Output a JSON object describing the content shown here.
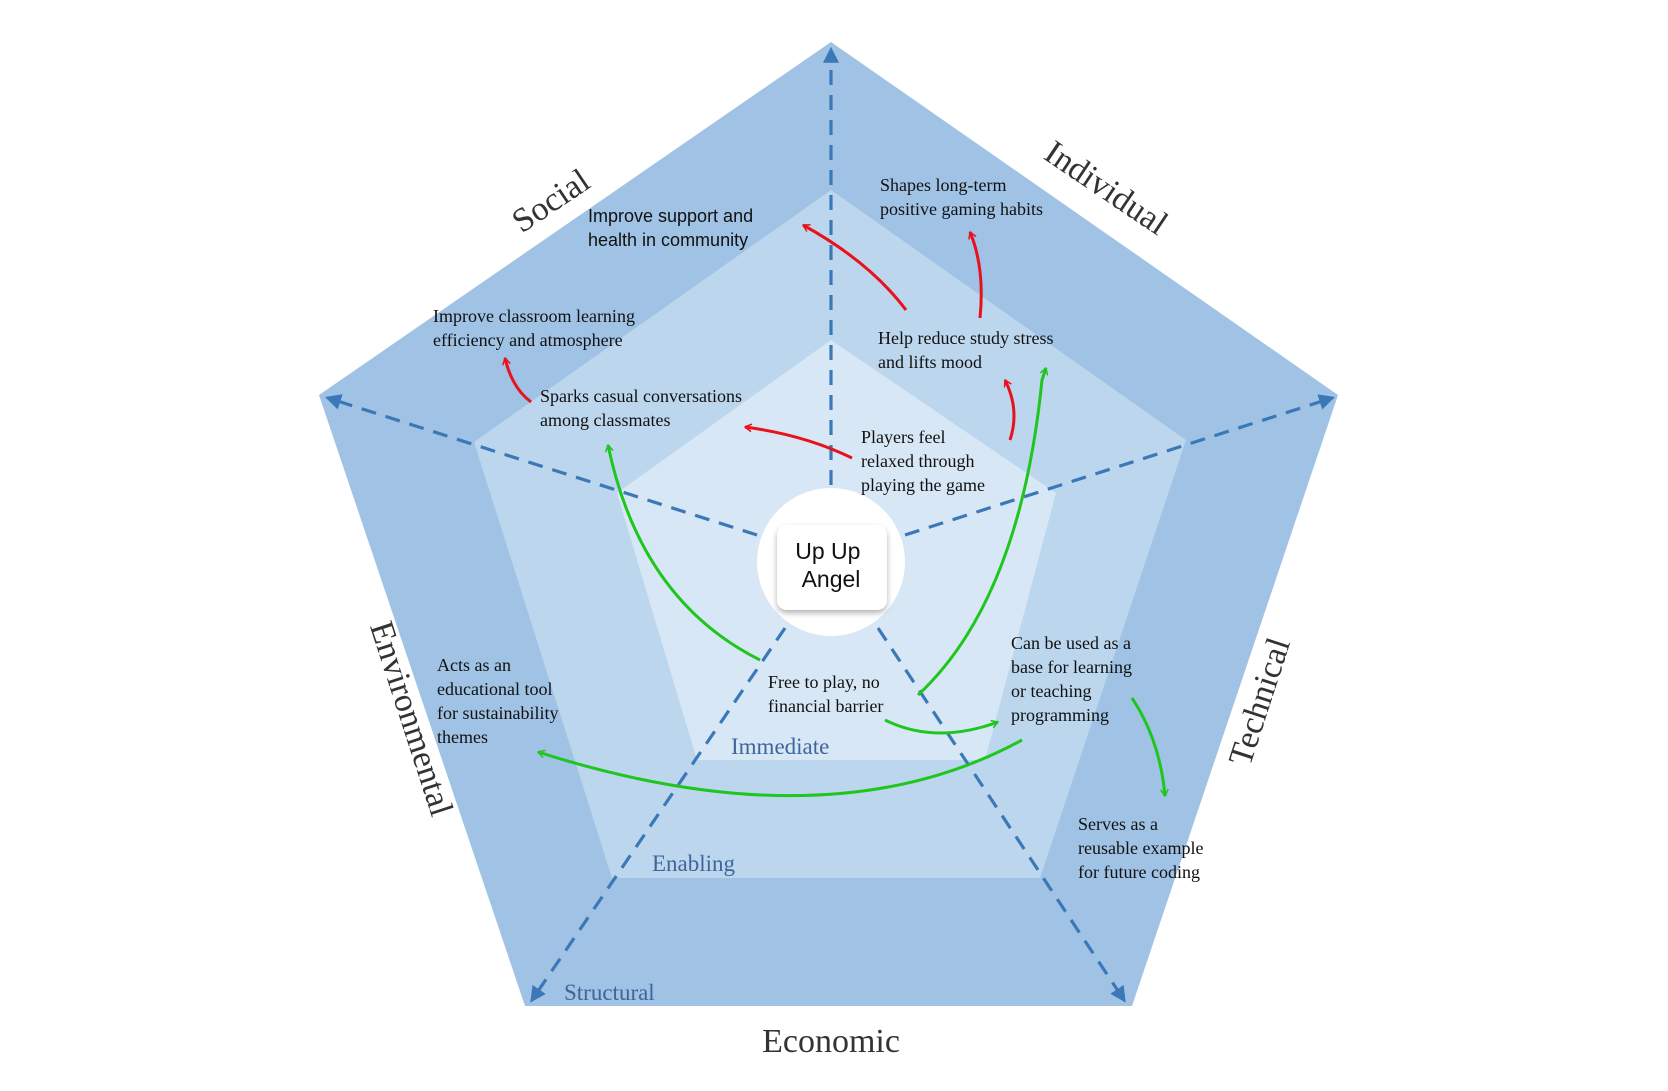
{
  "center": {
    "line1": "Up Up",
    "line2": "Angel"
  },
  "dimensions": {
    "social": "Social",
    "individual": "Individual",
    "technical": "Technical",
    "economic": "Economic",
    "environmental": "Environmental"
  },
  "levels": {
    "immediate": "Immediate",
    "enabling": "Enabling",
    "structural": "Structural"
  },
  "nodes": {
    "community": [
      "Improve support and",
      "health in community"
    ],
    "habits": [
      "Shapes long-term",
      "positive gaming habits"
    ],
    "classroom": [
      "Improve classroom learning",
      "efficiency and atmosphere"
    ],
    "stress": [
      "Help reduce study stress",
      "and lifts mood"
    ],
    "conversations": [
      "Sparks casual conversations",
      "among classmates"
    ],
    "relaxed": [
      "Players feel",
      "relaxed through",
      "playing the game"
    ],
    "free": [
      "Free to play, no",
      "financial barrier"
    ],
    "learning_base": [
      "Can be used as a",
      "base for learning",
      "or teaching",
      "programming"
    ],
    "edu_tool": [
      "Acts as an",
      "educational tool",
      "for sustainability",
      "themes"
    ],
    "reusable": [
      "Serves as a",
      "reusable example",
      "for future coding"
    ]
  },
  "colors": {
    "outer_band": "#9fc2e5",
    "middle_band": "#bcd6ee",
    "inner_band": "#d8e7f5",
    "axis": "#3a78b8",
    "social_arrow": "#e8121c",
    "economic_arrow": "#1ec61e"
  }
}
